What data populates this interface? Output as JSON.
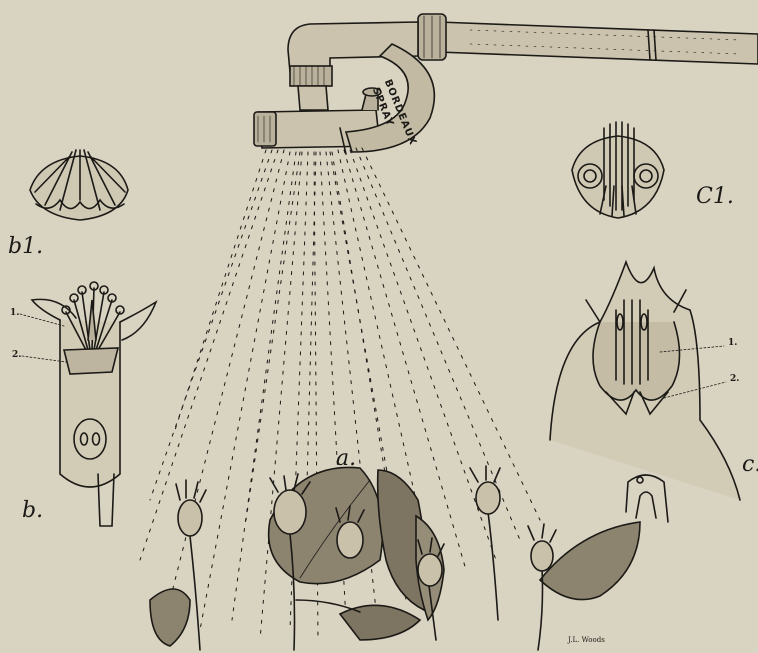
{
  "labels": {
    "b1": "b1.",
    "c1": "C1.",
    "b": "b.",
    "a": "a.",
    "c": "c.",
    "b_marker_1": "1.",
    "b_marker_2": "2.",
    "c_marker_1": "1.",
    "c_marker_2": "2.",
    "nozzle_line1": "BORDEAUX",
    "nozzle_line2": "SPRAY",
    "signature": "J.L. Woods"
  },
  "colors": {
    "paper": "#d9d3c1",
    "ink": "#1c1a17"
  }
}
